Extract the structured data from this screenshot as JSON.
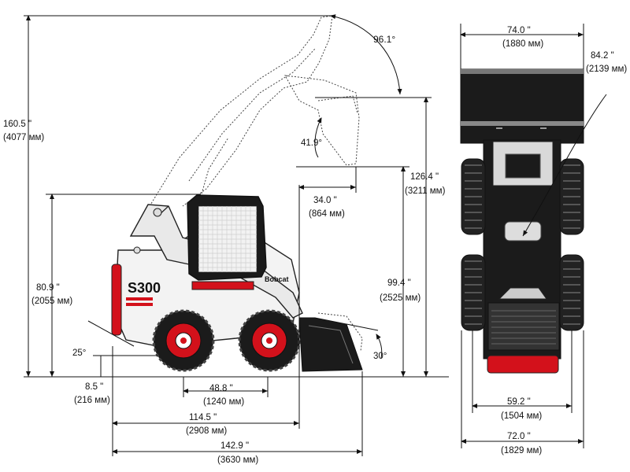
{
  "model_badge": "S300",
  "brand_badge": "Bobcat",
  "side_view": {
    "overall_height": {
      "in": "160.5 \"",
      "mm": "(4077 мм)"
    },
    "height_to_pin": {
      "in": "126.4 \"",
      "mm": "(3211 мм)"
    },
    "dump_height": {
      "in": "99.4 \"",
      "mm": "(2525 мм)"
    },
    "cab_height": {
      "in": "80.9 \"",
      "mm": "(2055 мм)"
    },
    "ground_clearance": {
      "in": "8.5 \"",
      "mm": "(216 мм)"
    },
    "wheelbase": {
      "in": "48.8 \"",
      "mm": "(1240 мм)"
    },
    "length_no_bucket": {
      "in": "114.5 \"",
      "mm": "(2908 мм)"
    },
    "length_with_bucket": {
      "in": "142.9 \"",
      "mm": "(3630 мм)"
    },
    "dump_reach": {
      "in": "34.0 \"",
      "mm": "(864 мм)"
    },
    "angle_max_rollback": "96.1°",
    "angle_dump": "41.9°",
    "angle_departure": "25°",
    "angle_bucket_ground": "30°"
  },
  "front_view": {
    "bucket_width": {
      "in": "74.0 \"",
      "mm": "(1880 мм)"
    },
    "turning_diameter": {
      "in": "84.2 \"",
      "mm": "(2139 мм)"
    },
    "tread_width": {
      "in": "59.2 \"",
      "mm": "(1504 мм)"
    },
    "overall_width": {
      "in": "72.0 \"",
      "mm": "(1829 мм)"
    }
  }
}
